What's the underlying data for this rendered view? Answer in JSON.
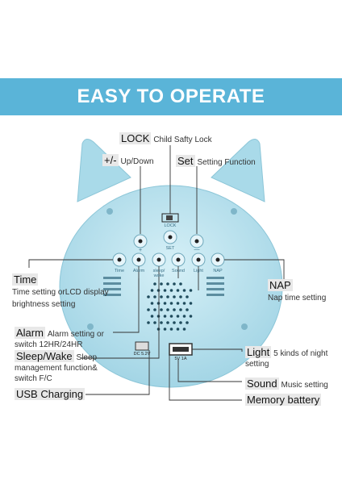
{
  "banner": {
    "title": "EASY TO OPERATE"
  },
  "callouts": {
    "lock": {
      "key": "LOCK",
      "desc": "Child Safty Lock"
    },
    "updown": {
      "key": "+/-",
      "desc": "Up/Down"
    },
    "set": {
      "key": "Set",
      "desc": "Setting Function"
    },
    "time": {
      "key": "Time",
      "desc1": "Time setting orLCD display",
      "desc2": "brightness setting"
    },
    "nap": {
      "key": "NAP",
      "desc": "Nap time setting"
    },
    "alarm": {
      "key": "Alarm",
      "desc1": "Alarm setting or",
      "desc2": "switch  12HR/24HR"
    },
    "sleep": {
      "key": "Sleep/Wake",
      "desc1": "Sleep",
      "desc2": "management function&",
      "desc3": "switch  F/C"
    },
    "usb": {
      "key": "USB Charging"
    },
    "light": {
      "key": "Light",
      "desc1": "5 kinds of night",
      "desc2": "setting"
    },
    "sound": {
      "key": "Sound",
      "desc": "Music setting"
    },
    "memory": {
      "key": "Memory battery"
    }
  },
  "device": {
    "lock_label": "LOCK",
    "set_label": "SET",
    "plus_label": "+",
    "minus_label": "—",
    "buttons": [
      "Time",
      "Alarm",
      "sleep/ wake",
      "Sound",
      "Light",
      "NAP"
    ],
    "dc_label": "DC 5.2V",
    "usb_label": "5V 1A"
  },
  "colors": {
    "banner": "#5ab4d8",
    "body": "#bfe4ef",
    "outline": "#2a2a2a"
  }
}
